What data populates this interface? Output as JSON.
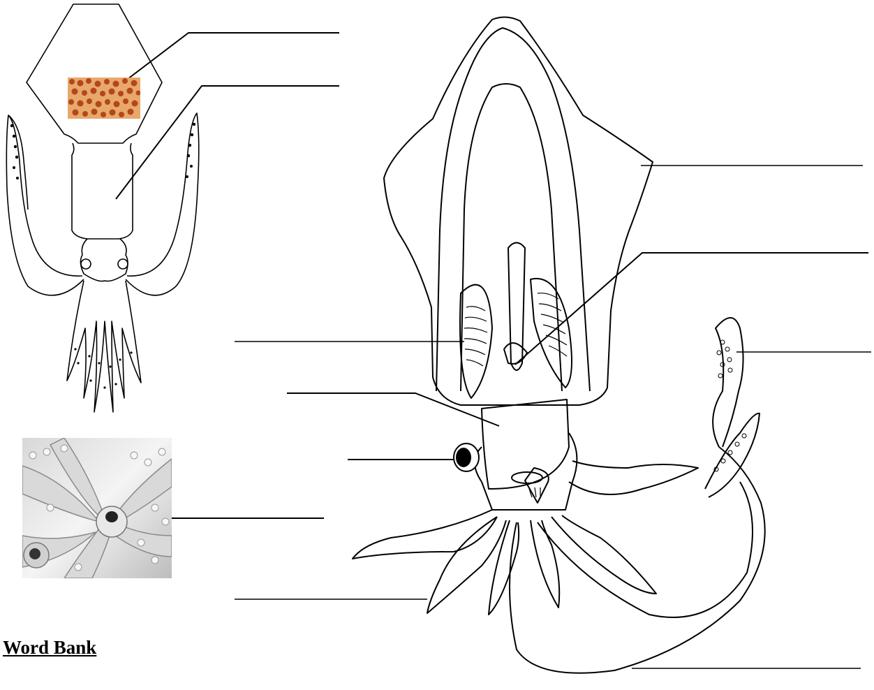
{
  "word_bank": {
    "title": "Word Bank",
    "terms": []
  },
  "label_lines": [
    {
      "id": "chromatophores",
      "filled_in": ""
    },
    {
      "id": "mantle",
      "filled_in": ""
    },
    {
      "id": "fin",
      "filled_in": ""
    },
    {
      "id": "heart",
      "filled_in": ""
    },
    {
      "id": "gills",
      "filled_in": ""
    },
    {
      "id": "siphon",
      "filled_in": ""
    },
    {
      "id": "tentacle-club",
      "filled_in": ""
    },
    {
      "id": "eye",
      "filled_in": ""
    },
    {
      "id": "beak",
      "filled_in": ""
    },
    {
      "id": "arm",
      "filled_in": ""
    },
    {
      "id": "tentacle",
      "filled_in": ""
    }
  ],
  "colors": {
    "ink": "#000000",
    "chromatophore_base": "#e8a86a",
    "chromatophore_spot": "#b4461e",
    "photo_gray": "#cfcfcf"
  }
}
